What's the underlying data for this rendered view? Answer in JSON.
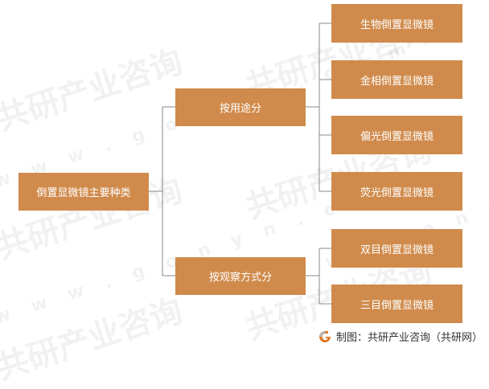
{
  "diagram": {
    "root": {
      "label": "倒置显微镜主要种类"
    },
    "branches": [
      {
        "label": "按用途分",
        "children": [
          "生物倒置显微镜",
          "金相倒置显微镜",
          "偏光倒置显微镜",
          "荧光倒置显微镜"
        ]
      },
      {
        "label": "按观察方式分",
        "children": [
          "双目倒置显微镜",
          "三目倒置显微镜"
        ]
      }
    ]
  },
  "source": {
    "text": "制图：共研产业咨询（共研网）"
  },
  "watermark": {
    "brand": "共研产业咨询",
    "url": "w w w . g o n y n . c o m"
  },
  "colors": {
    "node_fill": "#d08b4c",
    "connector": "#888888",
    "logo_orange": "#e07a2a",
    "logo_gray": "#b8b8b8"
  }
}
